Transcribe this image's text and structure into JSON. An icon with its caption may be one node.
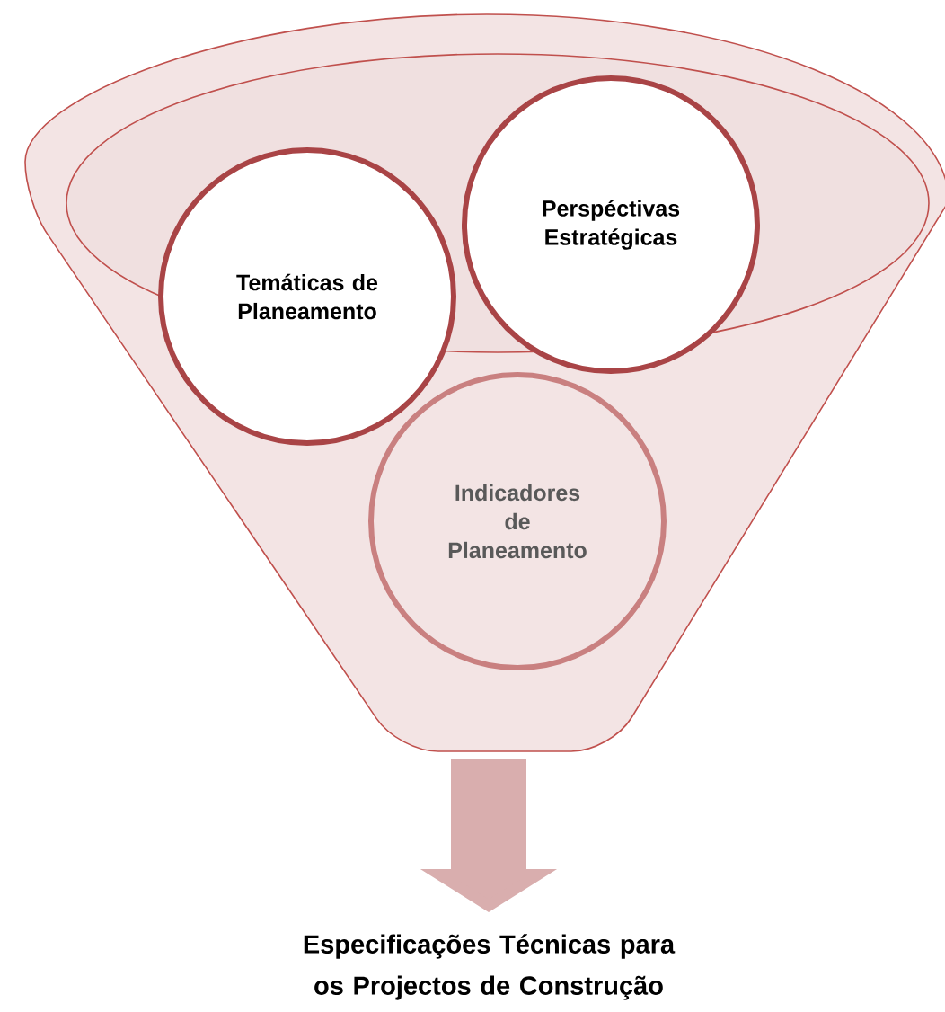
{
  "diagram": {
    "nodes": [
      {
        "text": [],
        "shape": "funnel"
      },
      {
        "text": [
          "Temáticas de Planeamento"
        ],
        "in": 0
      },
      {
        "text": [
          "Perspéctivas Estratégicas"
        ],
        "in": 0
      },
      {
        "text": [
          "Indicadores de Planeamento"
        ],
        "in": 0
      },
      {
        "text": [
          "Especificações Técnicas para os Projectos de Construção"
        ]
      }
    ],
    "edges": [
      {
        "from": 0,
        "to": 4,
        "arrow": "to"
      }
    ]
  }
}
